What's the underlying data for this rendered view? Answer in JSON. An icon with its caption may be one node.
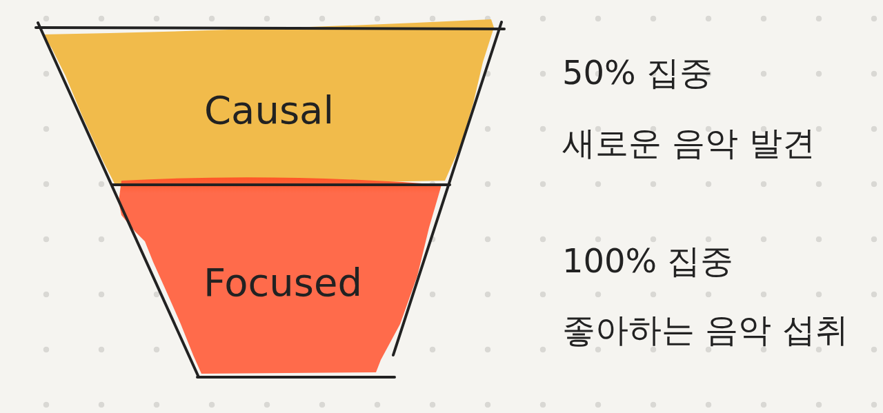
{
  "diagram": {
    "nodes": [
      {
        "text": [
          "Causal"
        ],
        "beside": [
          "50% 집중",
          "새로운 음악 발견"
        ]
      },
      {
        "text": [
          "Focused"
        ],
        "beside": [
          "100% 집중",
          "좋아하는 음악 섭취"
        ]
      }
    ]
  }
}
